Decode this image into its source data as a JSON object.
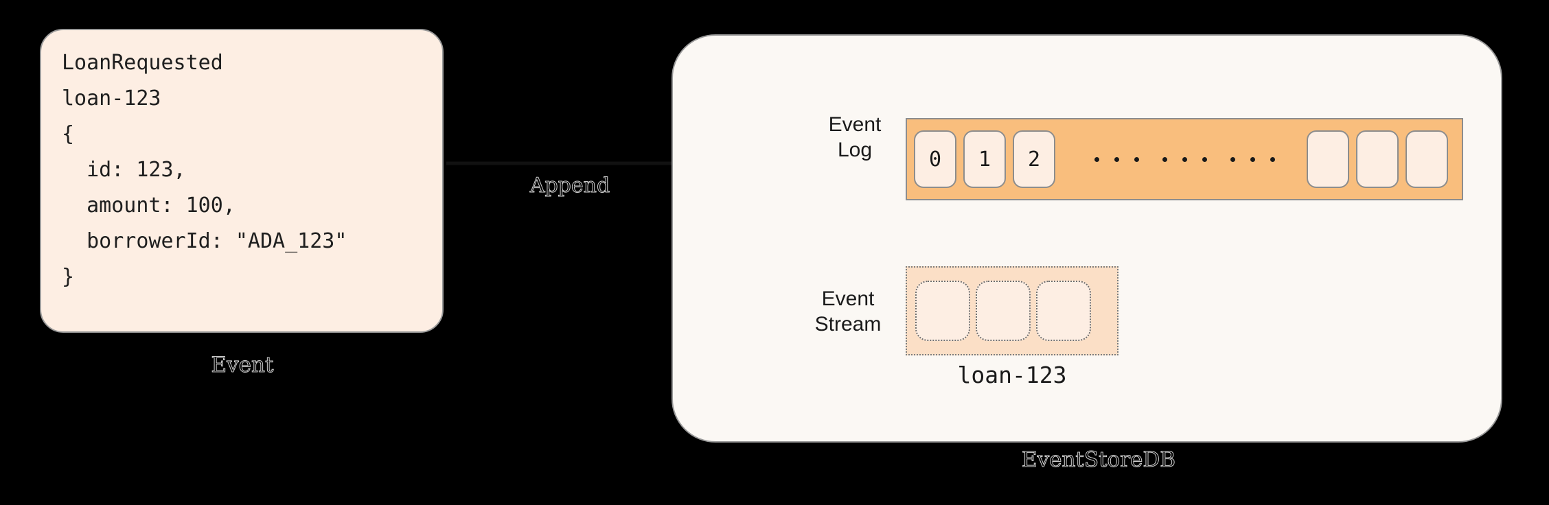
{
  "diagram": {
    "title_event": "Event",
    "title_store": "EventStoreDB",
    "arrow_label": "Append"
  },
  "event_card": {
    "event_type": "LoanRequested",
    "stream_id": "loan-123",
    "payload_lines": [
      "{",
      "  id: 123,",
      "  amount: 100,",
      "  borrowerId: \"ADA_123\"",
      "}"
    ],
    "code_block": "LoanRequested\nloan-123\n{\n  id: 123,\n  amount: 100,\n  borrowerId: \"ADA_123\"\n}",
    "fill_color": "#FDEEE3",
    "border_color": "#9a9a9a"
  },
  "store": {
    "fill_color": "#FBF8F4",
    "border_color": "#9a9a9a",
    "event_log": {
      "label": "Event\nLog",
      "bar_color": "#F9BE7D",
      "cell_color": "#FDEEE3",
      "cells": [
        "0",
        "1",
        "2"
      ],
      "trailing_cells": [
        "",
        "",
        ""
      ],
      "ellipsis_groups": 3,
      "ellipsis_dots_per_group": 3
    },
    "event_stream": {
      "label": "Event\nStream",
      "caption": "loan-123",
      "box_color": "#FBDFC6",
      "cell_color": "#FDEEE3",
      "cells": [
        "",
        "",
        ""
      ]
    }
  }
}
